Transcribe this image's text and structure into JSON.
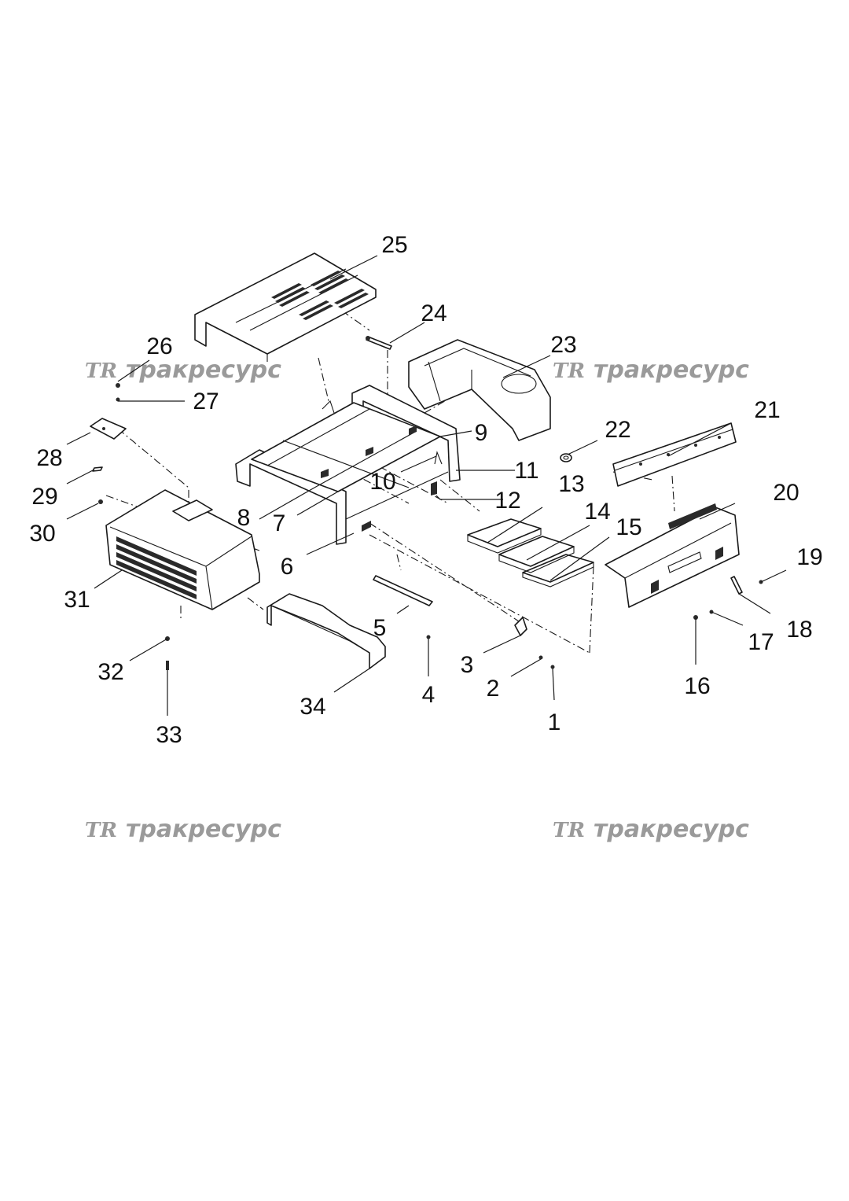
{
  "watermark": {
    "logo": "TR",
    "text": "тракресурс",
    "color": "#9a9a9a"
  },
  "callouts": [
    "1",
    "2",
    "3",
    "4",
    "5",
    "6",
    "7",
    "8",
    "9",
    "10",
    "11",
    "12",
    "13",
    "14",
    "15",
    "16",
    "17",
    "18",
    "19",
    "20",
    "21",
    "22",
    "23",
    "24",
    "25",
    "26",
    "27",
    "28",
    "29",
    "30",
    "31",
    "32",
    "33",
    "34"
  ]
}
